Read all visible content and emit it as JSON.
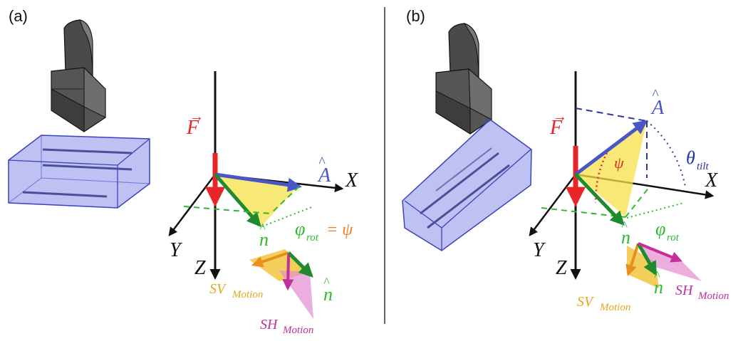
{
  "panels": [
    {
      "id": "a",
      "label": "(a)",
      "force": "F",
      "axis_x": "X",
      "axis_y": "Y",
      "axis_z": "Z",
      "a_vec": "A",
      "n_vec": "n",
      "n_vec2": "n",
      "phi": "φ",
      "phi_sub": "rot",
      "eq_psi": "= ψ",
      "sv": "SV",
      "sv_sub": "Motion",
      "sh": "SH",
      "sh_sub": "Motion"
    },
    {
      "id": "b",
      "label": "(b)",
      "force": "F",
      "axis_x": "X",
      "axis_y": "Y",
      "axis_z": "Z",
      "a_vec": "A",
      "n_vec": "n",
      "n_vec2": "n",
      "psi": "ψ",
      "theta": "θ",
      "theta_sub": "tilt",
      "phi": "φ",
      "phi_sub": "rot",
      "sv": "SV",
      "sv_sub": "Motion",
      "sh": "SH",
      "sh_sub": "Motion"
    }
  ],
  "colors": {
    "force": "#e8262a",
    "a_vector": "#4a55c8",
    "n_vector": "#1f8a2e",
    "phi": "#2dbb2d",
    "psi": "#f07a1c",
    "sv": "#f1c232",
    "sh": "#d63aa8",
    "theta": "#2233aa",
    "sample": "#8a8ee8",
    "magnet": "#5a5a5a"
  }
}
